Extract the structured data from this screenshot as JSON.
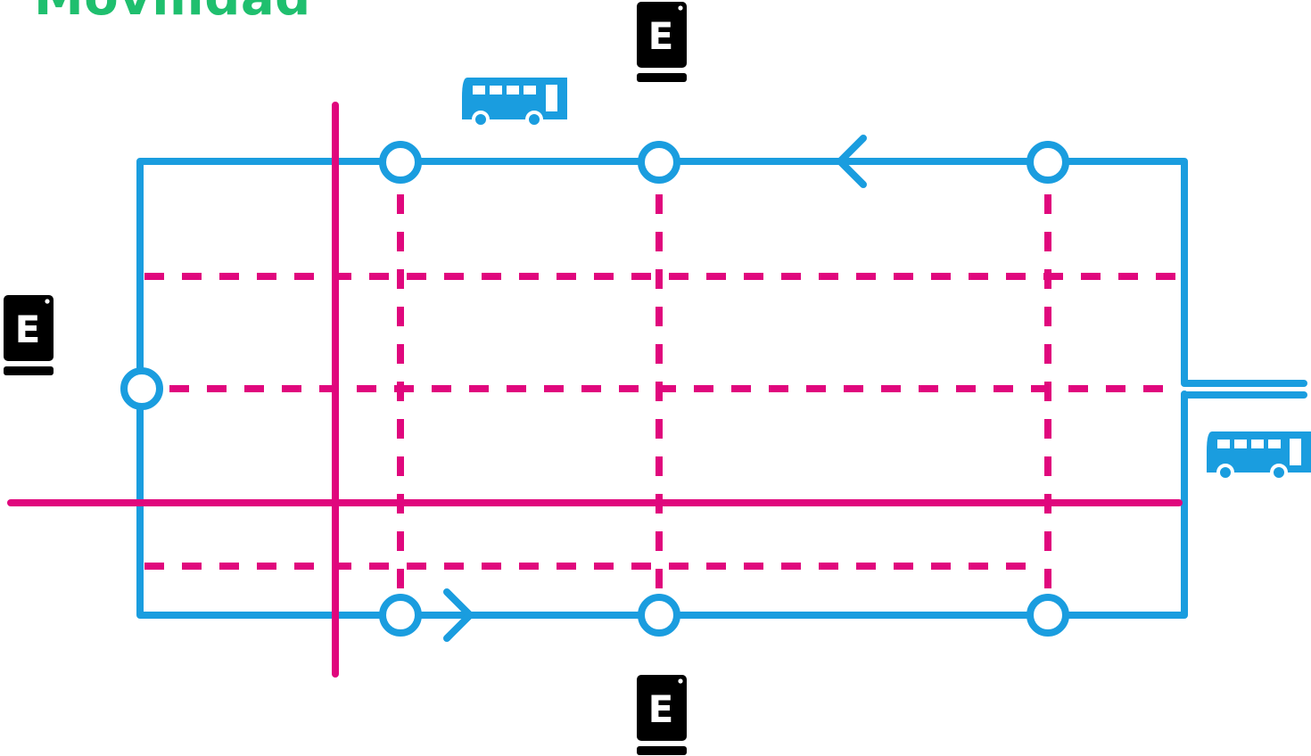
{
  "title": "Movilidad",
  "colors": {
    "title": "#1fbf6e",
    "bus_route": "#1a9ddf",
    "bike_route": "#e0077d",
    "school_sign": "#000000"
  },
  "signs": [
    {
      "label": "E",
      "icon": "school-sign-icon"
    },
    {
      "label": "E",
      "icon": "school-sign-icon"
    },
    {
      "label": "E",
      "icon": "school-sign-icon"
    }
  ],
  "icons": [
    "bus-icon",
    "bus-icon",
    "arrow-left-icon",
    "arrow-right-icon",
    "bus-stop-icon"
  ]
}
